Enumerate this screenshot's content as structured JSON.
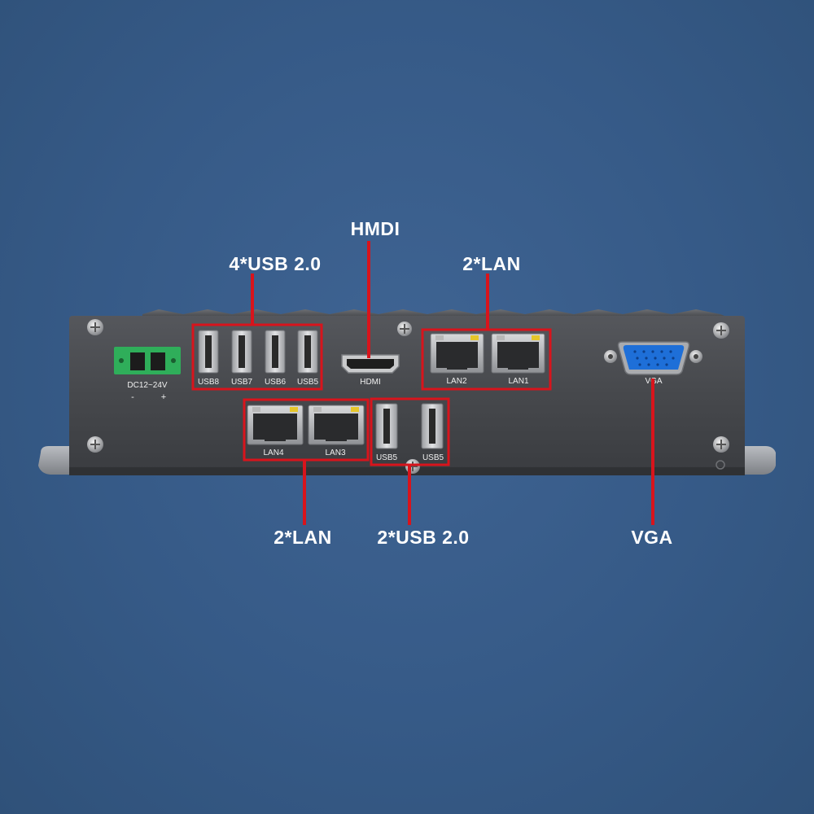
{
  "callouts": {
    "hdmi_top": "HMDI",
    "usb_top": "4*USB 2.0",
    "lan_top": "2*LAN",
    "lan_bottom": "2*LAN",
    "usb_bottom": "2*USB 2.0",
    "vga_bottom": "VGA"
  },
  "port_labels": {
    "dc_power": "DC12~24V",
    "dc_minus": "-",
    "dc_plus": "+",
    "usb8": "USB8",
    "usb7": "USB7",
    "usb6": "USB6",
    "usb5_top": "USB5",
    "hdmi": "HDMI",
    "lan2": "LAN2",
    "lan1": "LAN1",
    "lan4": "LAN4",
    "lan3": "LAN3",
    "usb5_a": "USB5",
    "usb5_b": "USB5",
    "vga": "VGA"
  },
  "colors": {
    "background": "#365a87",
    "chassis": "#4a4c50",
    "highlight_box": "#d8141c",
    "callout_text": "#ffffff",
    "power_connector": "#2fae5a",
    "vga_connector": "#1e6fd8"
  }
}
